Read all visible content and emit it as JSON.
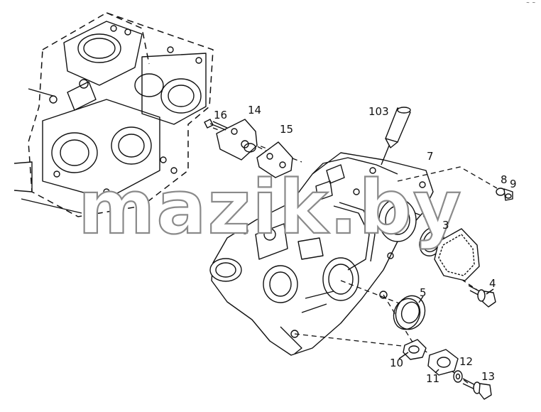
{
  "watermark": "mazik.by",
  "corner_mark": "~ ~",
  "callouts": [
    {
      "id": "c16",
      "label": "16"
    },
    {
      "id": "c14",
      "label": "14"
    },
    {
      "id": "c15",
      "label": "15"
    },
    {
      "id": "c103",
      "label": "103"
    },
    {
      "id": "c7",
      "label": "7"
    },
    {
      "id": "c8",
      "label": "8"
    },
    {
      "id": "c9",
      "label": "9"
    },
    {
      "id": "c3",
      "label": "3"
    },
    {
      "id": "c4",
      "label": "4"
    },
    {
      "id": "c5",
      "label": "5"
    },
    {
      "id": "c10",
      "label": "10"
    },
    {
      "id": "c11",
      "label": "11"
    },
    {
      "id": "c12",
      "label": "12"
    },
    {
      "id": "c13",
      "label": "13"
    }
  ]
}
